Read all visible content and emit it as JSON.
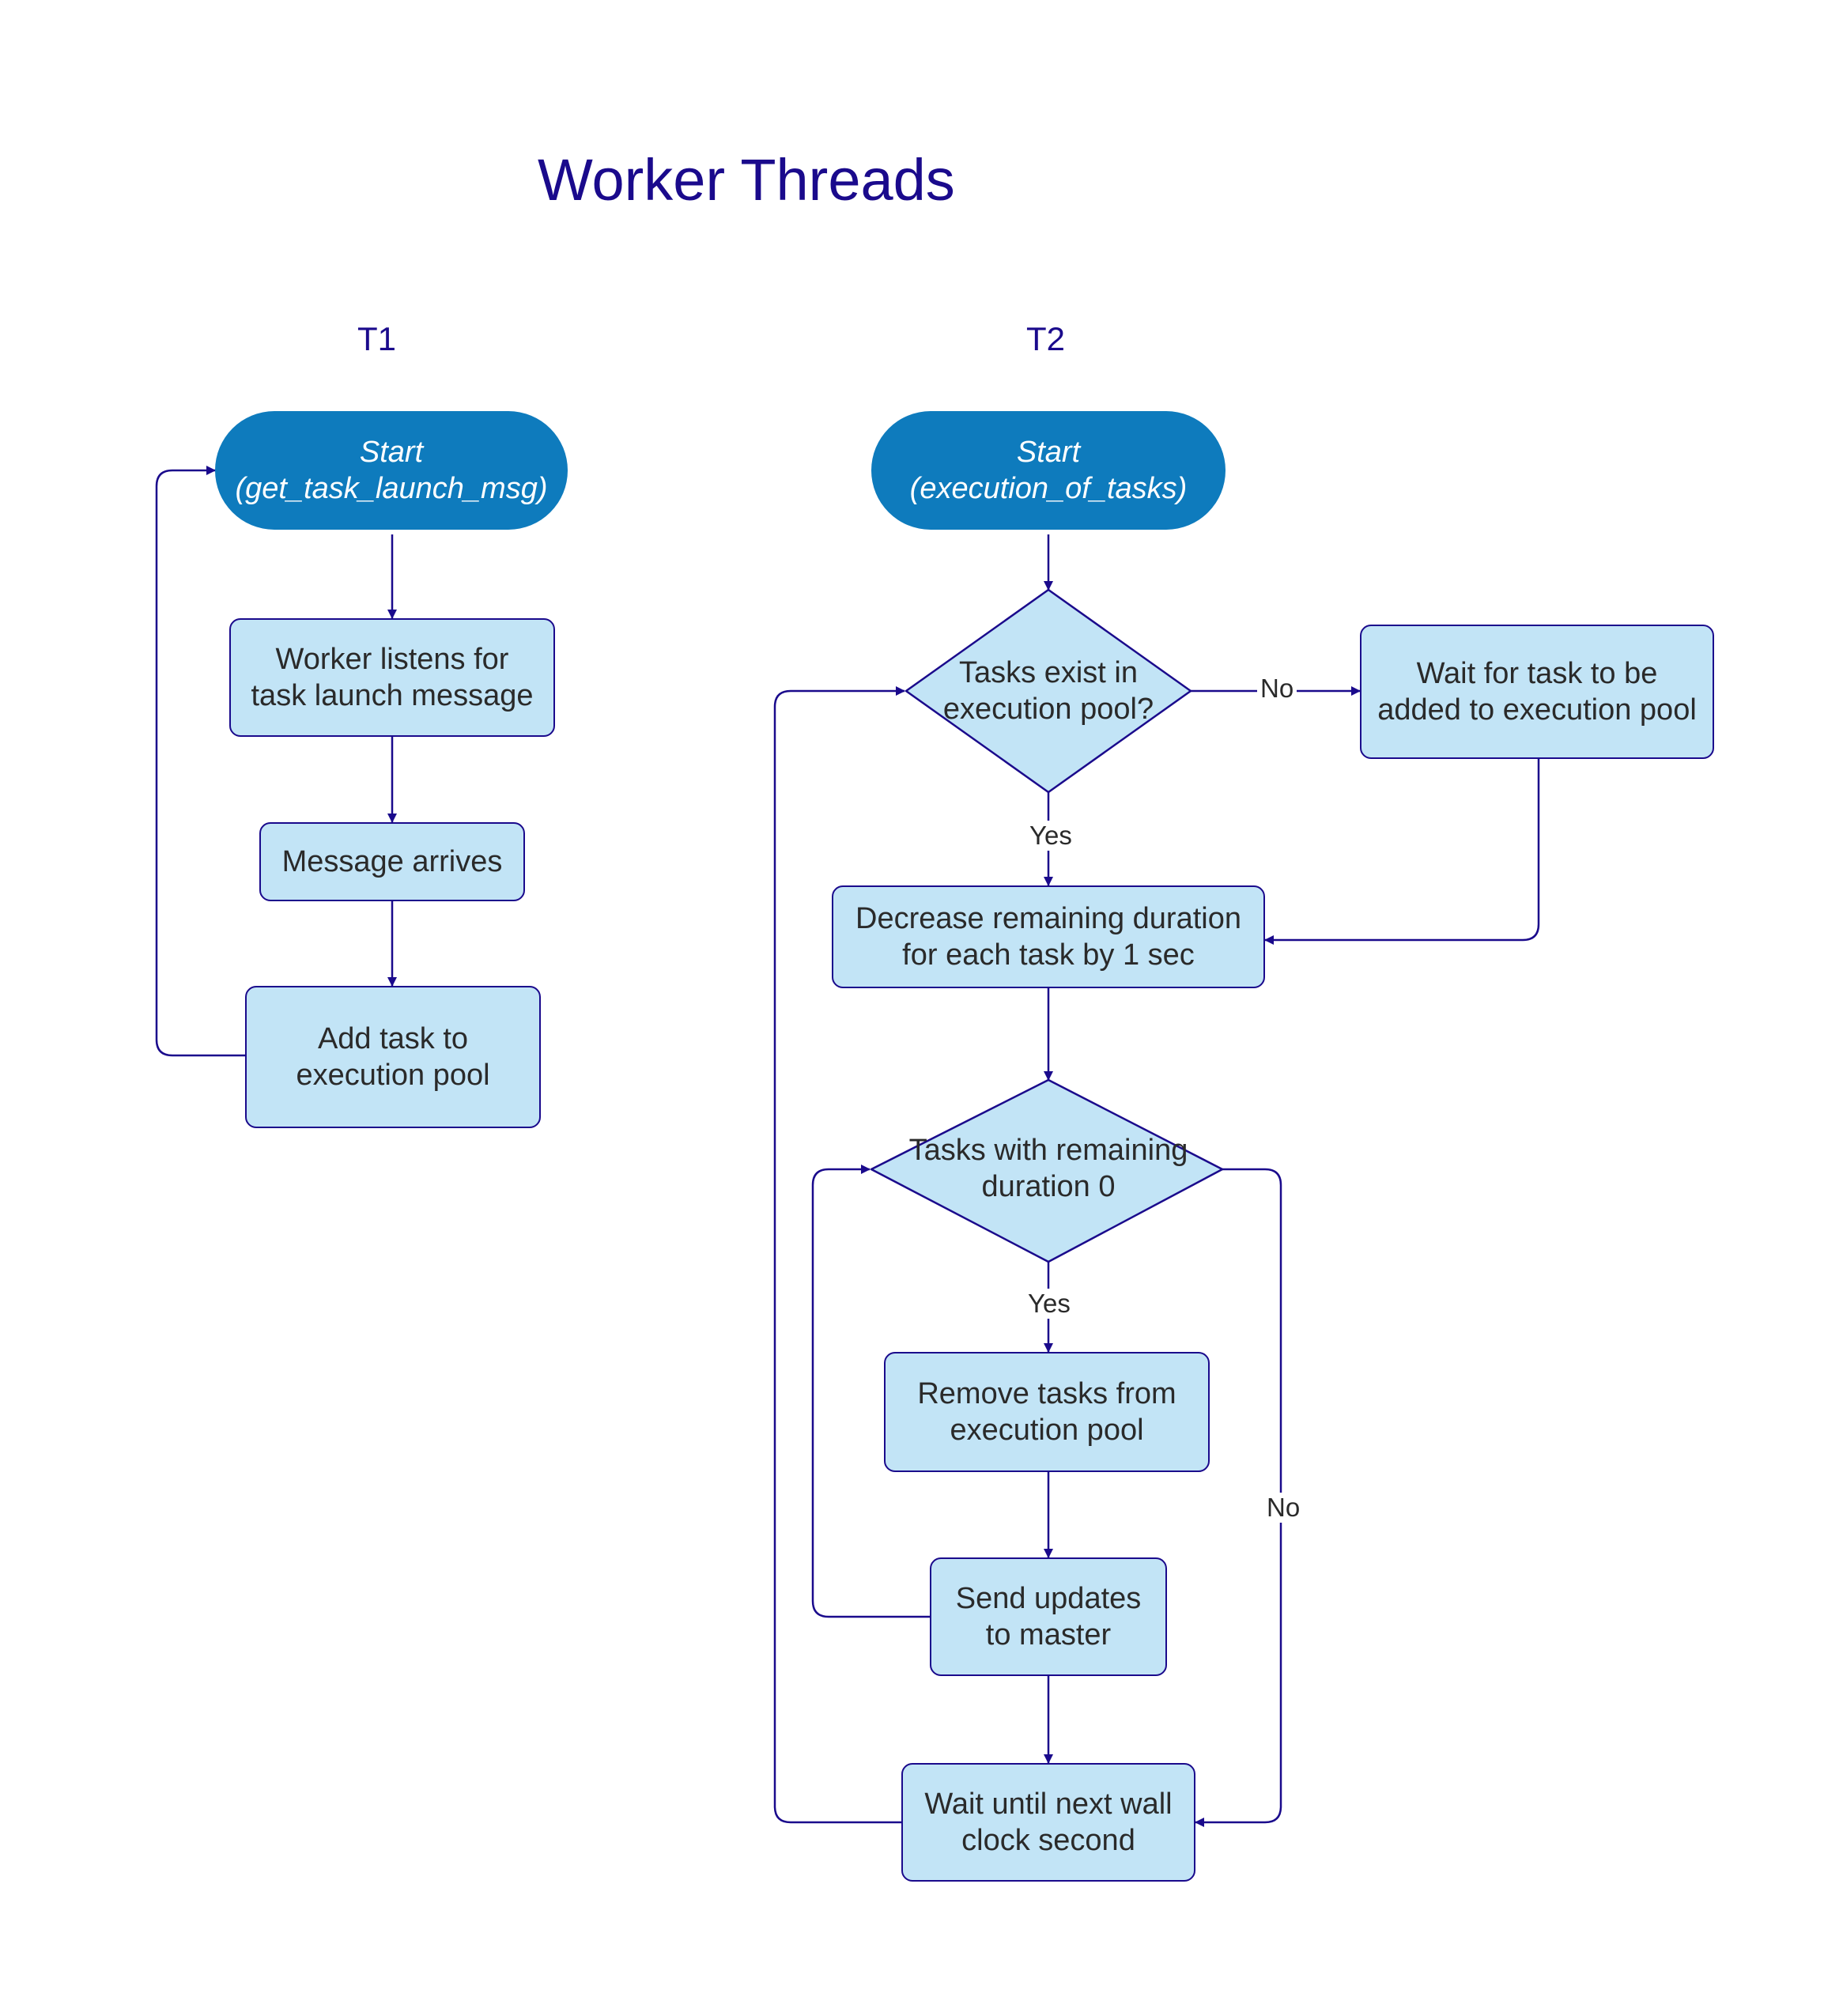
{
  "title": "Worker Threads",
  "colors": {
    "accent": "#1a0a8c",
    "terminal": "#0e7bbd",
    "process_fill": "#c2e4f6"
  },
  "t1": {
    "label": "T1",
    "start": {
      "line1": "Start",
      "line2": "(get_task_launch_msg)"
    },
    "listen": {
      "line1": "Worker listens for",
      "line2": "task launch message"
    },
    "arrives": {
      "line1": "Message arrives"
    },
    "add": {
      "line1": "Add task to",
      "line2": "execution pool"
    }
  },
  "t2": {
    "label": "T2",
    "start": {
      "line1": "Start",
      "line2": "(execution_of_tasks)"
    },
    "exist": {
      "line1": "Tasks exist in",
      "line2": "execution pool?"
    },
    "wait_task": {
      "line1": "Wait for task to be",
      "line2": "added to execution pool"
    },
    "decrease": {
      "line1": "Decrease remaining duration",
      "line2": "for each task by 1 sec"
    },
    "remaining": {
      "line1": "Tasks with remaining",
      "line2": "duration 0"
    },
    "remove": {
      "line1": "Remove tasks from",
      "line2": "execution pool"
    },
    "send": {
      "line1": "Send updates",
      "line2": "to master"
    },
    "wait_clock": {
      "line1": "Wait until next wall",
      "line2": "clock second"
    }
  },
  "edge_labels": {
    "no_1": "No",
    "yes_1": "Yes",
    "yes_2": "Yes",
    "no_2": "No"
  }
}
